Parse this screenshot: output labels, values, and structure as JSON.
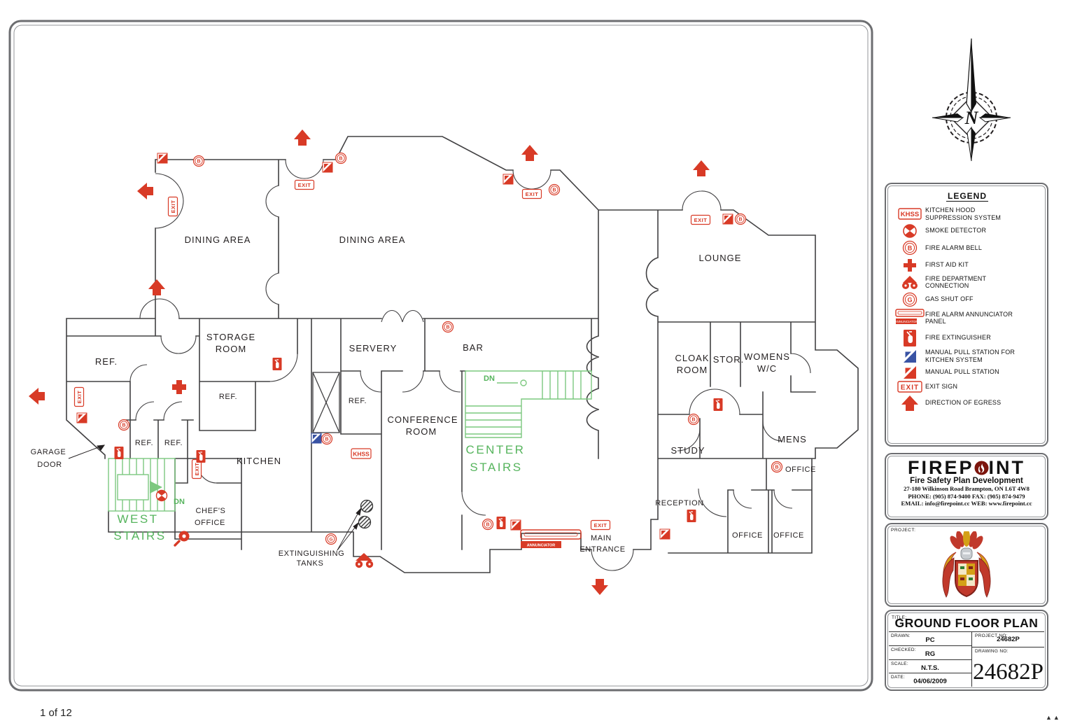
{
  "page": {
    "sheet_label": "1 of 12"
  },
  "compass": {
    "letter": "N"
  },
  "legend": {
    "title": "LEGEND",
    "items": [
      {
        "icon": "khss-tag",
        "label": "KITCHEN HOOD SUPPRESSION SYSTEM"
      },
      {
        "icon": "smoke-detector",
        "label": "SMOKE DETECTOR"
      },
      {
        "icon": "fire-alarm-bell",
        "label": "FIRE ALARM BELL"
      },
      {
        "icon": "first-aid-kit",
        "label": "FIRST AID KIT"
      },
      {
        "icon": "fire-department-connection",
        "label": "FIRE DEPARTMENT CONNECTION"
      },
      {
        "icon": "gas-shut-off",
        "label": "GAS SHUT OFF"
      },
      {
        "icon": "fire-alarm-annunciator-panel",
        "label": "FIRE ALARM ANNUNCIATOR PANEL"
      },
      {
        "icon": "fire-extinguisher",
        "label": "FIRE EXTINGUISHER"
      },
      {
        "icon": "manual-pull-station-kitchen",
        "label": "MANUAL PULL STATION FOR KITCHEN SYSTEM"
      },
      {
        "icon": "manual-pull-station",
        "label": "MANUAL PULL STATION"
      },
      {
        "icon": "exit-sign",
        "label": "EXIT SIGN"
      },
      {
        "icon": "egress-arrow",
        "label": "DIRECTION OF EGRESS"
      }
    ]
  },
  "firepoint": {
    "name_left": "FIREP",
    "name_right": "INT",
    "tagline": "Fire Safety Plan Development",
    "address_line": "27-180 Wilkinson Road Brampton, ON L6T 4W8",
    "phone_line": "PHONE: (905) 874-9400 FAX: (905) 874-9479",
    "email_line": "EMAIL: info@firepoint.cc WEB: www.firepoint.cc"
  },
  "project": {
    "label": "PROJECT:"
  },
  "title_block": {
    "title_label": "TITLE:",
    "title": "GROUND FLOOR PLAN",
    "drawn_label": "DRAWN:",
    "drawn": "PC",
    "checked_label": "CHECKED:",
    "checked": "RG",
    "scale_label": "SCALE:",
    "scale": "N.T.S.",
    "date_label": "DATE:",
    "date": "04/06/2009",
    "project_no_label": "PROJECT NO:",
    "project_no": "24682P",
    "drawing_no_label": "DRAWING NO:",
    "drawing_no": "24682P"
  },
  "plan": {
    "colors": {
      "red": "#d83a26",
      "blue": "#3953a4",
      "green": "#61bb6b",
      "wall": "#414042"
    },
    "rooms": {
      "dining1": "DINING AREA",
      "dining2": "DINING AREA",
      "lounge": "LOUNGE",
      "storage_l1": "STORAGE",
      "storage_l2": "ROOM",
      "servery": "SERVERY",
      "bar": "BAR",
      "ref_a": "REF.",
      "ref_b": "REF.",
      "ref_c": "REF.",
      "ref_d": "REF.",
      "ref_e": "REF.",
      "conference_l1": "CONFERENCE",
      "conference_l2": "ROOM",
      "kitchen": "KITCHEN",
      "chefs_l1": "CHEF'S",
      "chefs_l2": "OFFICE",
      "garage_l1": "GARAGE",
      "garage_l2": "DOOR",
      "ext_tanks_l1": "EXTINGUISHING",
      "ext_tanks_l2": "TANKS",
      "main_l1": "MAIN",
      "main_l2": "ENTRANCE",
      "reception": "RECEPTION",
      "study": "STUDY",
      "mens": "MENS",
      "cloak_l1": "CLOAK",
      "cloak_l2": "ROOM",
      "stor": "STOR.",
      "womens_l1": "WOMENS",
      "womens_l2": "W/C",
      "office_top": "OFFICE",
      "office_b1": "OFFICE",
      "office_b2": "OFFICE",
      "center_stairs_l1": "CENTER",
      "center_stairs_l2": "STAIRS",
      "west_stairs_l1": "WEST",
      "west_stairs_l2": "STAIRS",
      "dn_west": "DN",
      "dn_center": "DN"
    },
    "symbols": {
      "exit": "EXIT",
      "bell": "B",
      "gas": "G",
      "khss": "KHSS",
      "annunciator": "ANNUNCIATOR"
    }
  }
}
